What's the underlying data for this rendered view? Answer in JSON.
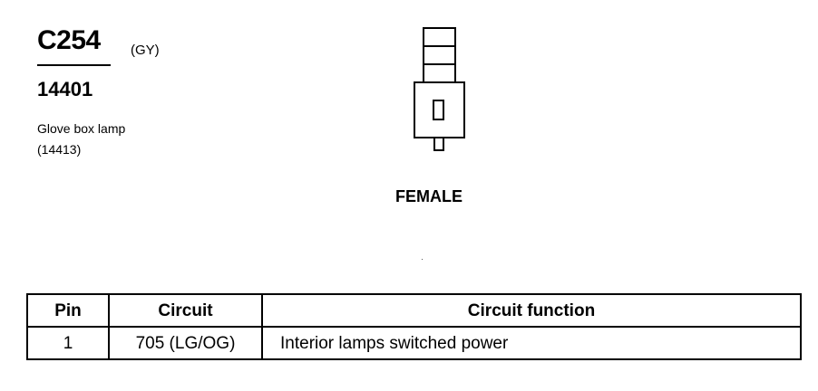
{
  "connector": {
    "id": "C254",
    "color": "(GY)",
    "part_number": "14401",
    "component_name": "Glove box lamp",
    "component_number": "(14413)",
    "gender": "FEMALE"
  },
  "pin_table": {
    "headers": [
      "Pin",
      "Circuit",
      "Circuit function"
    ],
    "rows": [
      [
        "1",
        "705 (LG/OG)",
        "Interior lamps switched power"
      ]
    ]
  }
}
